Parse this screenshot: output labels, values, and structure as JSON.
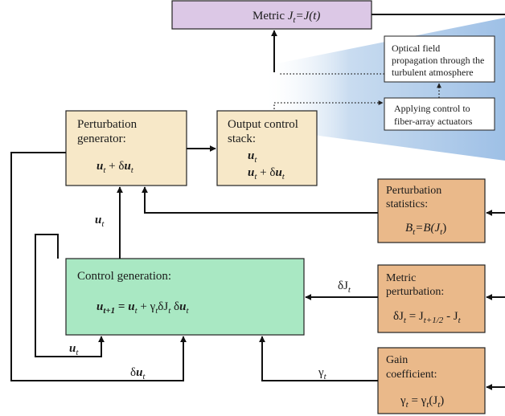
{
  "metric": {
    "label": "Metric",
    "eq_lhs": "J",
    "eq_lhs_sub": "t",
    "eq_rhs": "=J(t)"
  },
  "optical": {
    "line1": "Optical field",
    "line2": "propagation through the",
    "line3": "turbulent atmosphere"
  },
  "applying": {
    "line1": "Applying control to",
    "line2": "fiber-array actuators"
  },
  "perturbation_generator": {
    "title1": "Perturbation",
    "title2": "generator:",
    "u": "u",
    "u_sub": "t",
    "plus_delta": " + δ"
  },
  "output_stack": {
    "title1": "Output control",
    "title2": "stack:",
    "u": "u",
    "u_sub": "t",
    "plus_delta": " + δ"
  },
  "statistics": {
    "title1": "Perturbation",
    "title2": "statistics:",
    "B": "B",
    "B_sub": "t",
    "rhs": "=B(J",
    "rhs_sub": "t",
    "rhs_close": ")"
  },
  "control_generation": {
    "title": "Control generation:",
    "u": "u",
    "lhs_sub": "t+1",
    "eq": " = ",
    "u_sub": "t",
    "plus": " + γ",
    "gamma_sub": "t",
    "dJ": "δJ",
    "dJ_sub": "t",
    "du": " δ"
  },
  "metric_perturbation": {
    "title1": "Metric",
    "title2": "perturbation:",
    "dJ": "δJ",
    "dJ_sub": "t",
    "eq": " = J",
    "j_sub1": "t+1/2",
    "minus": " - J",
    "j_sub2": "t"
  },
  "gain": {
    "title1": "Gain",
    "title2": "coefficient:",
    "gamma": "γ",
    "gamma_sub": "t",
    "eq": " = γ",
    "gamma_sub2": "t",
    "rhs": "(J",
    "rhs_sub": "t",
    "rhs_close": ")"
  },
  "signals": {
    "u": "u",
    "u_sub": "t",
    "dJ": "δJ",
    "dJ_sub": "t",
    "du_delta": "δ",
    "du": "u",
    "du_sub": "t",
    "gamma": "γ",
    "gamma_sub": "t"
  },
  "colors": {
    "metric_fill": "#dcc8e6",
    "perturbation_fill": "#f7e8c8",
    "control_fill": "#a9e8c3",
    "orange_fill": "#eab98a",
    "haze": "#b9d3ee"
  }
}
